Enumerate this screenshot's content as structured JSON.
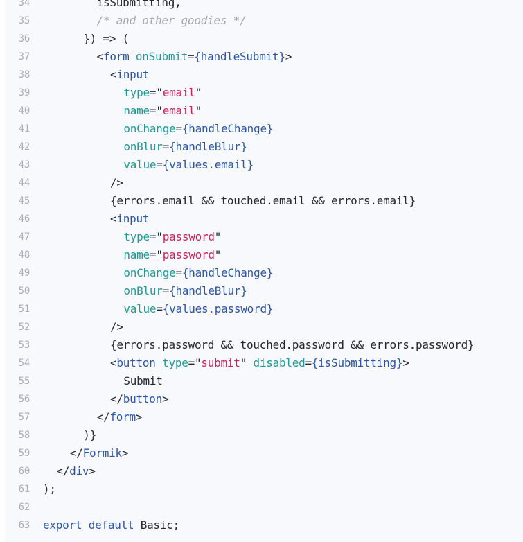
{
  "code_view": {
    "lines": [
      {
        "n": "34",
        "indent": 8,
        "tokens": [
          {
            "t": "isSubmitting,",
            "c": "text"
          }
        ]
      },
      {
        "n": "35",
        "indent": 8,
        "tokens": [
          {
            "t": "/* and other goodies */",
            "c": "comment"
          }
        ]
      },
      {
        "n": "36",
        "indent": 6,
        "tokens": [
          {
            "t": "}) => (",
            "c": "punc"
          }
        ]
      },
      {
        "n": "37",
        "indent": 8,
        "tokens": [
          {
            "t": "<",
            "c": "punc"
          },
          {
            "t": "form",
            "c": "tag"
          },
          {
            "t": " ",
            "c": "text"
          },
          {
            "t": "onSubmit",
            "c": "attr"
          },
          {
            "t": "=",
            "c": "punc"
          },
          {
            "t": "{handleSubmit}",
            "c": "var"
          },
          {
            "t": ">",
            "c": "punc"
          }
        ]
      },
      {
        "n": "38",
        "indent": 10,
        "tokens": [
          {
            "t": "<",
            "c": "punc"
          },
          {
            "t": "input",
            "c": "tag"
          }
        ]
      },
      {
        "n": "39",
        "indent": 12,
        "tokens": [
          {
            "t": "type",
            "c": "attr"
          },
          {
            "t": "=",
            "c": "punc"
          },
          {
            "t": "\"",
            "c": "punc"
          },
          {
            "t": "email",
            "c": "str"
          },
          {
            "t": "\"",
            "c": "punc"
          }
        ]
      },
      {
        "n": "40",
        "indent": 12,
        "tokens": [
          {
            "t": "name",
            "c": "attr"
          },
          {
            "t": "=",
            "c": "punc"
          },
          {
            "t": "\"",
            "c": "punc"
          },
          {
            "t": "email",
            "c": "str"
          },
          {
            "t": "\"",
            "c": "punc"
          }
        ]
      },
      {
        "n": "41",
        "indent": 12,
        "tokens": [
          {
            "t": "onChange",
            "c": "attr"
          },
          {
            "t": "=",
            "c": "punc"
          },
          {
            "t": "{handleChange}",
            "c": "var"
          }
        ]
      },
      {
        "n": "42",
        "indent": 12,
        "tokens": [
          {
            "t": "onBlur",
            "c": "attr"
          },
          {
            "t": "=",
            "c": "punc"
          },
          {
            "t": "{handleBlur}",
            "c": "var"
          }
        ]
      },
      {
        "n": "43",
        "indent": 12,
        "tokens": [
          {
            "t": "value",
            "c": "attr"
          },
          {
            "t": "=",
            "c": "punc"
          },
          {
            "t": "{values.email}",
            "c": "var"
          }
        ]
      },
      {
        "n": "44",
        "indent": 10,
        "tokens": [
          {
            "t": "/>",
            "c": "punc"
          }
        ]
      },
      {
        "n": "45",
        "indent": 10,
        "tokens": [
          {
            "t": "{errors.email && touched.email && errors.email}",
            "c": "text"
          }
        ]
      },
      {
        "n": "46",
        "indent": 10,
        "tokens": [
          {
            "t": "<",
            "c": "punc"
          },
          {
            "t": "input",
            "c": "tag"
          }
        ]
      },
      {
        "n": "47",
        "indent": 12,
        "tokens": [
          {
            "t": "type",
            "c": "attr"
          },
          {
            "t": "=",
            "c": "punc"
          },
          {
            "t": "\"",
            "c": "punc"
          },
          {
            "t": "password",
            "c": "str"
          },
          {
            "t": "\"",
            "c": "punc"
          }
        ]
      },
      {
        "n": "48",
        "indent": 12,
        "tokens": [
          {
            "t": "name",
            "c": "attr"
          },
          {
            "t": "=",
            "c": "punc"
          },
          {
            "t": "\"",
            "c": "punc"
          },
          {
            "t": "password",
            "c": "str"
          },
          {
            "t": "\"",
            "c": "punc"
          }
        ]
      },
      {
        "n": "49",
        "indent": 12,
        "tokens": [
          {
            "t": "onChange",
            "c": "attr"
          },
          {
            "t": "=",
            "c": "punc"
          },
          {
            "t": "{handleChange}",
            "c": "var"
          }
        ]
      },
      {
        "n": "50",
        "indent": 12,
        "tokens": [
          {
            "t": "onBlur",
            "c": "attr"
          },
          {
            "t": "=",
            "c": "punc"
          },
          {
            "t": "{handleBlur}",
            "c": "var"
          }
        ]
      },
      {
        "n": "51",
        "indent": 12,
        "tokens": [
          {
            "t": "value",
            "c": "attr"
          },
          {
            "t": "=",
            "c": "punc"
          },
          {
            "t": "{values.password}",
            "c": "var"
          }
        ]
      },
      {
        "n": "52",
        "indent": 10,
        "tokens": [
          {
            "t": "/>",
            "c": "punc"
          }
        ]
      },
      {
        "n": "53",
        "indent": 10,
        "tokens": [
          {
            "t": "{errors.password && touched.password && errors.password}",
            "c": "text"
          }
        ]
      },
      {
        "n": "54",
        "indent": 10,
        "tokens": [
          {
            "t": "<",
            "c": "punc"
          },
          {
            "t": "button",
            "c": "tag"
          },
          {
            "t": " ",
            "c": "text"
          },
          {
            "t": "type",
            "c": "attr"
          },
          {
            "t": "=",
            "c": "punc"
          },
          {
            "t": "\"",
            "c": "punc"
          },
          {
            "t": "submit",
            "c": "str"
          },
          {
            "t": "\" ",
            "c": "punc"
          },
          {
            "t": "disabled",
            "c": "attr"
          },
          {
            "t": "=",
            "c": "punc"
          },
          {
            "t": "{isSubmitting}",
            "c": "var"
          },
          {
            "t": ">",
            "c": "punc"
          }
        ]
      },
      {
        "n": "55",
        "indent": 12,
        "tokens": [
          {
            "t": "Submit",
            "c": "text"
          }
        ]
      },
      {
        "n": "56",
        "indent": 10,
        "tokens": [
          {
            "t": "</",
            "c": "punc"
          },
          {
            "t": "button",
            "c": "tag"
          },
          {
            "t": ">",
            "c": "punc"
          }
        ]
      },
      {
        "n": "57",
        "indent": 8,
        "tokens": [
          {
            "t": "</",
            "c": "punc"
          },
          {
            "t": "form",
            "c": "tag"
          },
          {
            "t": ">",
            "c": "punc"
          }
        ]
      },
      {
        "n": "58",
        "indent": 6,
        "tokens": [
          {
            "t": ")}",
            "c": "punc"
          }
        ]
      },
      {
        "n": "59",
        "indent": 4,
        "tokens": [
          {
            "t": "</",
            "c": "punc"
          },
          {
            "t": "Formik",
            "c": "tag"
          },
          {
            "t": ">",
            "c": "punc"
          }
        ]
      },
      {
        "n": "60",
        "indent": 2,
        "tokens": [
          {
            "t": "</",
            "c": "punc"
          },
          {
            "t": "div",
            "c": "tag"
          },
          {
            "t": ">",
            "c": "punc"
          }
        ]
      },
      {
        "n": "61",
        "indent": 0,
        "tokens": [
          {
            "t": ");",
            "c": "punc"
          }
        ]
      },
      {
        "n": "62",
        "indent": 0,
        "tokens": []
      },
      {
        "n": "63",
        "indent": 0,
        "tokens": [
          {
            "t": "export",
            "c": "kw"
          },
          {
            "t": " ",
            "c": "text"
          },
          {
            "t": "default",
            "c": "kw"
          },
          {
            "t": " Basic;",
            "c": "text"
          }
        ]
      }
    ]
  }
}
